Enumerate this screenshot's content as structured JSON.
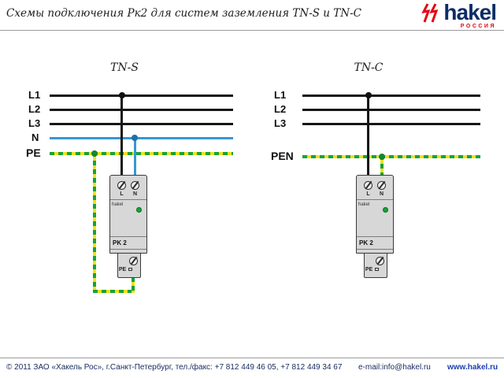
{
  "header": {
    "title": "Схемы подключения Рк2  для систем заземления TN-S и TN-C",
    "logo": {
      "brand": "hakel",
      "country": "РОССИЯ"
    }
  },
  "tns": {
    "title": "TN-S",
    "lines": {
      "l1": "L1",
      "l2": "L2",
      "l3": "L3",
      "n": "N",
      "pe": "PE"
    }
  },
  "tnc": {
    "title": "TN-C",
    "lines": {
      "l1": "L1",
      "l2": "L2",
      "l3": "L3",
      "pen": "PEN"
    }
  },
  "device": {
    "brand": "hakel",
    "model": "PK 2",
    "terminals": {
      "l": "L",
      "n": "N",
      "pe": "PE"
    }
  },
  "footer": {
    "copyright": "© 2011 ЗАО «Хакель Рос», г.Санкт-Петербург, тел./факс: +7 812 449 46 05, +7 812 449 34 67",
    "email": "e-mail:info@hakel.ru",
    "website": "www.hakel.ru"
  },
  "colors": {
    "phase_line": "#161616",
    "neutral_line": "#3598d4",
    "pe_green": "#17a238",
    "pe_yellow": "#efe11c",
    "led_green": "#15a538",
    "logo_navy": "#0c2d66",
    "logo_red": "#e30613",
    "link_blue": "#1b3fae"
  }
}
